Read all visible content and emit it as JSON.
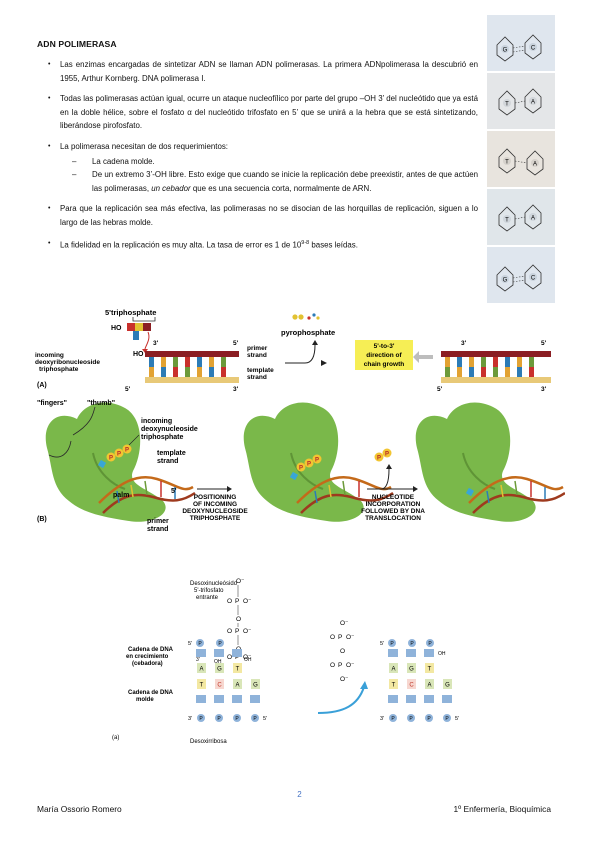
{
  "doc": {
    "title": "ADN POLIMERASA",
    "bullets": [
      "Las enzimas encargadas de sintetizar ADN se llaman ADN polimerasas. La primera ADNpolimerasa la descubrió en 1955, Arthur Kornberg. DNA polimerasa I.",
      "Todas las polimerasas actúan igual, ocurre un ataque nucleofílico por parte del grupo –OH 3’ del nucleótido que ya está en la doble hélice, sobre el fosfato α del nucleótido trifosfato en 5’ que se unirá a la hebra que se está sintetizando, liberándose pirofosfato.",
      "La polimerasa necesitan de dos requerimientos:"
    ],
    "sub_items": [
      {
        "text": "La cadena molde."
      },
      {
        "before": "De un extremo 3’-OH libre. Esto exige que cuando se inicie la replicación debe preexistir, antes de que actúen las polimerasas, ",
        "italic": "un cebador",
        "after": " que es una secuencia corta, normalmente de ARN."
      }
    ],
    "bullets2": [
      "Para que la replicación sea más efectiva, las polimerasas no se disocian de las horquillas de replicación, siguen a lo largo de las hebras molde."
    ],
    "fidelity": {
      "before": "La fidelidad en la replicación es muy alta. La tasa de error es 1 de 10",
      "sup": "9-8",
      "after": " bases leídas."
    }
  },
  "strip": {
    "pairs": [
      {
        "left": "G",
        "right": "C"
      },
      {
        "left": "T",
        "right": "A"
      },
      {
        "left": "T",
        "right": "A"
      },
      {
        "left": "T",
        "right": "A"
      },
      {
        "left": "G",
        "right": "C"
      }
    ]
  },
  "figA": {
    "label": "(A)",
    "triphosphate": "5'triphosphate",
    "ho": "HO",
    "ho2": "HO",
    "end3": "3'",
    "end3b": "3'",
    "end5": "5'",
    "end5b": "5'",
    "end5c": "5'",
    "end3c": "3'",
    "end3d": "3'",
    "end5d": "5'",
    "end5e": "5'",
    "end3e": "3'",
    "incoming": [
      "incoming",
      "deoxyribonucleoside",
      "triphosphate"
    ],
    "primer": [
      "primer",
      "strand"
    ],
    "template": [
      "template",
      "strand"
    ],
    "pyrophosphate": "pyrophosphate",
    "direction": [
      "5'-to-3'",
      "direction of",
      "chain growth"
    ]
  },
  "figB": {
    "label": "(B)",
    "fingers": "\"fingers\"",
    "thumb": "\"thumb\"",
    "incoming": [
      "incoming",
      "deoxynucleoside",
      "triphosphate"
    ],
    "template": [
      "template",
      "strand"
    ],
    "palm": "palm",
    "primer": [
      "primer",
      "strand"
    ],
    "end5": "5'",
    "positioning": [
      "POSITIONING",
      "OF INCOMING",
      "DEOXYNUCLEOSIDE",
      "TRIPHOSPHATE"
    ],
    "incorporation": [
      "NUCLEOTIDE",
      "INCORPORATION",
      "FOLLOWED BY DNA",
      "TRANSLOCATION"
    ],
    "p": "P"
  },
  "figC": {
    "label": "(a)",
    "deoxy": [
      "Desoxinucleósido",
      "5'-trifosfato",
      "entrante"
    ],
    "growing": [
      "Cadena de DNA",
      "en crecimiento",
      "(cebadora)"
    ],
    "template": [
      "Cadena de DNA",
      "molde"
    ],
    "desoxirribosa": "Desoxirribosa",
    "oh": "OH",
    "oh2": "OH",
    "oh3": "OH",
    "p": "P",
    "o": "O",
    "ominus": "O⁻",
    "end5": "5'",
    "end3": "3'",
    "bases_left_top": [
      "A",
      "G",
      "T"
    ],
    "bases_left_bottom": [
      "T",
      "C",
      "A",
      "G"
    ],
    "bases_right_top": [
      "A",
      "G",
      "T"
    ],
    "bases_right_bottom": [
      "T",
      "C",
      "A",
      "G"
    ]
  },
  "footer": {
    "page": "2",
    "author": "María Ossorio Romero",
    "course": "1º Enfermería, Bioquímica"
  },
  "colors": {
    "accent": "#4472c4",
    "enzyme": "#7ab84a",
    "yellow_box": "#f6ee55",
    "phosphate": "#f2c531",
    "primer_red": "#a8222a"
  }
}
